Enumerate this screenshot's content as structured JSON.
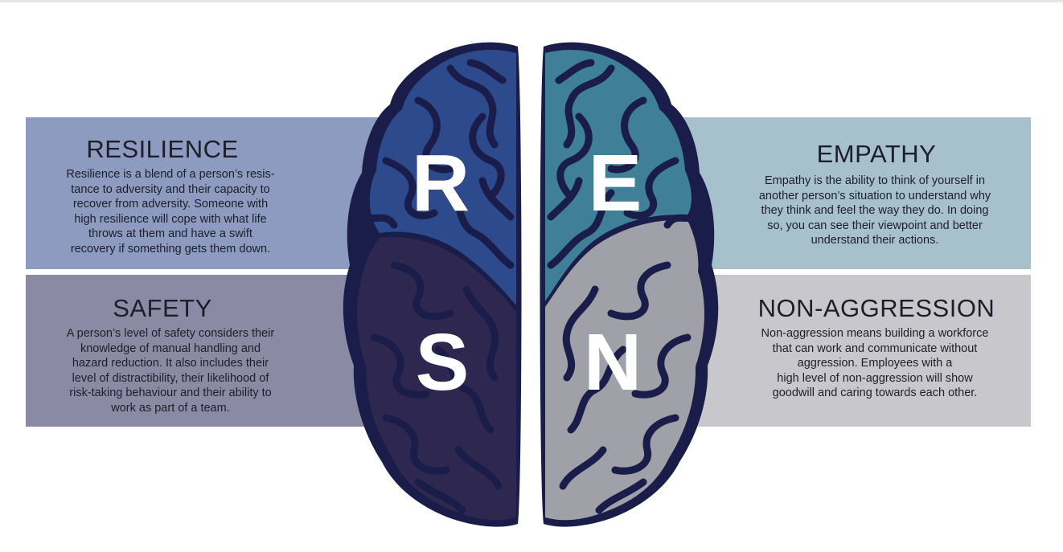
{
  "quadrants": {
    "resilience": {
      "title": "RESILIENCE",
      "lines": [
        "Resilience is a blend of a person’s resis-",
        "tance to adversity and their capacity to",
        "recover from adversity. Someone with",
        "high resilience will cope with what life",
        "throws at them and have a swift",
        "recovery if something gets them down."
      ],
      "letter": "R",
      "color": "#8c9bbf",
      "lobe_color": "#2c4a8c"
    },
    "safety": {
      "title": "SAFETY",
      "lines": [
        "A person’s level of safety considers their",
        "knowledge of manual handling and",
        "hazard reduction. It also includes their",
        "level of distractibility, their likelihood of",
        "risk-taking behaviour and their ability to",
        "work as part of a team."
      ],
      "letter": "S",
      "color": "#8b8aa4",
      "lobe_color": "#2e2850"
    },
    "empathy": {
      "title": "EMPATHY",
      "lines": [
        "Empathy is the ability to think of yourself in",
        "another person’s situation to understand why",
        "they think and feel the way they do. In doing",
        "so, you can see their viewpoint and better",
        "understand their actions."
      ],
      "letter": "E",
      "color": "#a6c1cc",
      "lobe_color": "#3f7f98"
    },
    "non_aggression": {
      "title": "NON-AGGRESSION",
      "lines": [
        "Non-aggression means building a workforce",
        "that can work and communicate without",
        "aggression. Employees with a",
        "high level of non-aggression will show",
        "goodwill and caring towards each other."
      ],
      "letter": "N",
      "color": "#c8c8cc",
      "lobe_color": "#a0a1a8"
    }
  },
  "brain_outline_color": "#1a1d4a"
}
